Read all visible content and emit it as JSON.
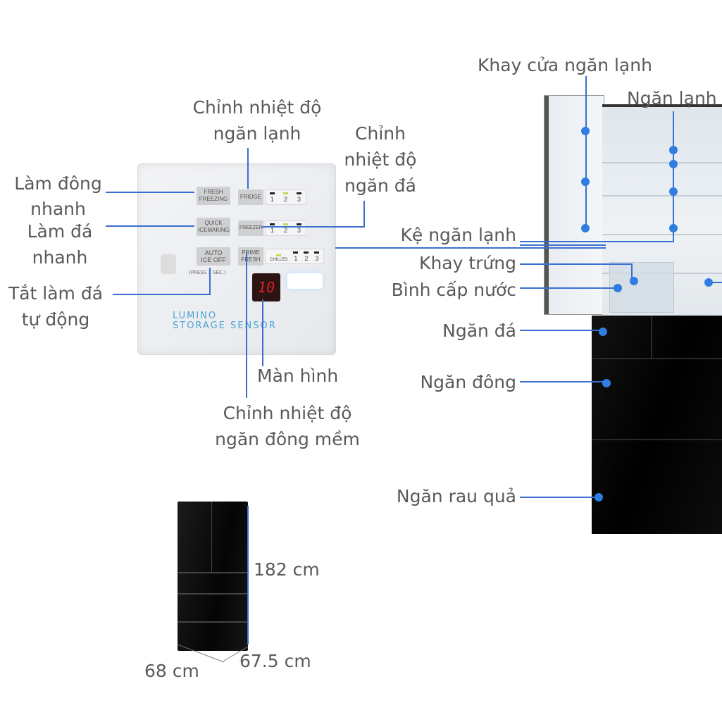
{
  "labels": {
    "door_tray": "Khay cửa ngăn lạnh",
    "fridge_compartment": "Ngăn lạnh",
    "fridge_temp": [
      "Chỉnh nhiệt độ",
      "ngăn lạnh"
    ],
    "ice_temp": [
      "Chỉnh",
      "nhiệt độ",
      "ngăn đá"
    ],
    "fast_freeze": [
      "Làm đông",
      "nhanh"
    ],
    "quick_ice": [
      "Làm đá",
      "nhanh"
    ],
    "auto_ice_off": [
      "Tắt làm đá",
      "tự động"
    ],
    "shelf": "Kệ ngăn lạnh",
    "egg_tray": "Khay trứng",
    "water_tank": "Bình cấp nước",
    "ice_compartment": "Ngăn đá",
    "freezer": "Ngăn đông",
    "vegetable": "Ngăn rau quả",
    "display": "Màn hình",
    "soft_freeze_temp": [
      "Chỉnh nhiệt độ",
      "ngăn đông mềm"
    ]
  },
  "dimensions": {
    "height": "182 cm",
    "depth": "67.5 cm",
    "width": "68 cm"
  },
  "panel": {
    "fresh_freezing": [
      "FRESH",
      "FREEZING"
    ],
    "quick_icemaking": [
      "QUICK",
      "ICEMAKING"
    ],
    "auto_ice_off": [
      "AUTO",
      "ICE OFF"
    ],
    "press_note": "(PRESS 3 SEC.)",
    "fridge": "FRIDGE",
    "freezer": "FREEZER",
    "prime_fresh": [
      "PRIME",
      "FRESH"
    ],
    "chilled": "CHILLED",
    "levels": [
      "1",
      "2",
      "3"
    ],
    "display_value": "10",
    "brand": [
      "LUMINO",
      "STORAGE SENSOR"
    ]
  },
  "colors": {
    "line": "#3b6fd1",
    "dot": "#2f7de1",
    "text": "#5a5a5a"
  }
}
